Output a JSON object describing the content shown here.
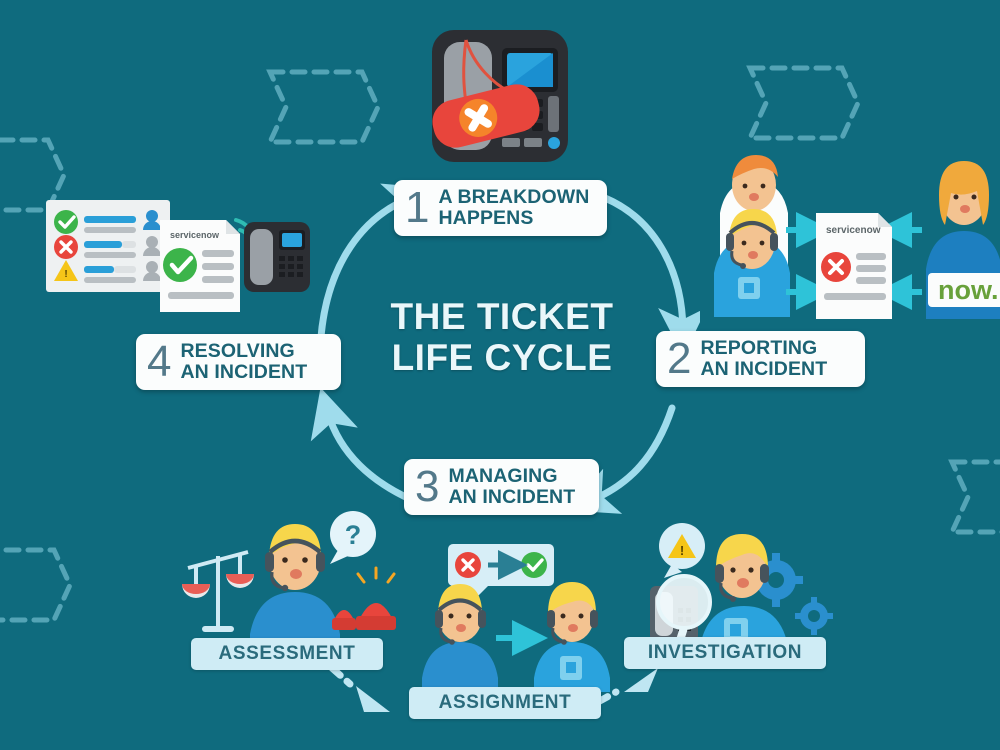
{
  "page": {
    "background_color": "#0f6b7e",
    "accent_color": "#9fdcec",
    "title_line1": "THE TICKET",
    "title_line2": "LIFE CYCLE"
  },
  "steps": [
    {
      "number": "1",
      "line1": "A BREAKDOWN",
      "line2": "HAPPENS",
      "illustration": "broken-desk-phone-with-red-error-tag"
    },
    {
      "number": "2",
      "line1": "REPORTING",
      "line2": "AN INCIDENT",
      "illustration": "users-submitting-servicenow-incident-form"
    },
    {
      "number": "3",
      "line1": "MANAGING",
      "line2": "AN INCIDENT",
      "illustration": "agents-handling-incident"
    },
    {
      "number": "4",
      "line1": "RESOLVING",
      "line2": "AN INCIDENT",
      "illustration": "resolved-tickets-list-and-phone"
    }
  ],
  "sub_steps": [
    {
      "label": "ASSESSMENT",
      "illustration": "agent-with-question-bubble-scales-and-alarms"
    },
    {
      "label": "ASSIGNMENT",
      "illustration": "agent-handoff-with-error-to-resolved-bubble"
    },
    {
      "label": "INVESTIGATION",
      "illustration": "agent-with-magnifier-gears-and-warning-bubble"
    }
  ],
  "brand": {
    "servicenow_wordmark": "servicenow",
    "now_logo": "now."
  },
  "icons": {
    "error": "error-x-icon",
    "success": "success-check-icon",
    "warning": "warning-triangle-icon",
    "question": "question-mark-icon"
  }
}
